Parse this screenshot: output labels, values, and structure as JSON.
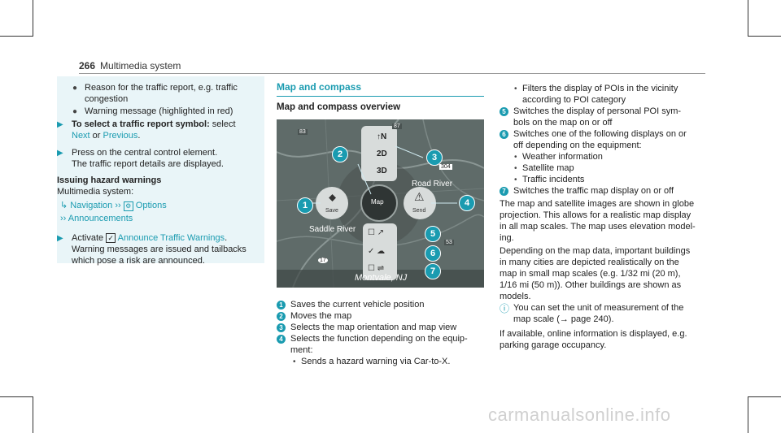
{
  "header": {
    "page_number": "266",
    "section": "Multimedia system"
  },
  "col1": {
    "bullet1_line1": "Reason for the traffic report, e.g. traffic",
    "bullet1_line2": "congestion",
    "bullet2": "Warning message (highlighted in red)",
    "step1_bold": "To select a traffic report symbol:",
    "step1_rest": " select",
    "step1_next": "Next",
    "step1_or": " or ",
    "step1_prev": "Previous",
    "step1_dot": ".",
    "step2_line1": "Press on the central control element.",
    "step2_line2": "The traffic report details are displayed.",
    "heading": "Issuing hazard warnings",
    "path_intro": "Multimedia system:",
    "path_nav": "Navigation",
    "path_options": "Options",
    "path_ann": "Announcements",
    "activate": "Activate",
    "activate_opt": "Announce Traffic Warnings",
    "activate_dot": ".",
    "warn_line1": "Warning messages are issued and tailbacks",
    "warn_line2": "which pose a risk are announced."
  },
  "col2": {
    "section_title": "Map and compass",
    "subheading": "Map and compass overview",
    "map": {
      "orientation_n": "↑N",
      "view_2d": "2D",
      "view_3d": "3D",
      "road_label": "Road River",
      "center": "Map",
      "save": "Save",
      "send": "Send",
      "saddle": "Saddle River",
      "city": "Montvale, NJ",
      "route_83": "83",
      "route_87": "87",
      "route_304": "304",
      "route_17": "17",
      "route_53": "53"
    },
    "legend": [
      {
        "n": "1",
        "text": "Saves the current vehicle position"
      },
      {
        "n": "2",
        "text": "Moves the map"
      },
      {
        "n": "3",
        "text": "Selects the map orientation and map view"
      },
      {
        "n": "4",
        "text": "Selects the function depending on the equip-"
      }
    ],
    "legend4_cont": "ment:",
    "legend4_bullet": "Sends a hazard warning via Car-to-X."
  },
  "col3": {
    "filter_l1": "Filters the display of POIs in the vicinity",
    "filter_l2": "according to POI category",
    "i5_l1": "Switches the display of personal POI sym-",
    "i5_l2": "bols on the map on or off",
    "i6_l1": "Switches one of the following displays on or",
    "i6_l2": "off depending on the equipment:",
    "b_weather": "Weather information",
    "b_sat": "Satellite map",
    "b_traffic": "Traffic incidents",
    "i7": "Switches the traffic map display on or off",
    "p1_l1": "The map and satellite images are shown in globe",
    "p1_l2": "projection. This allows for a realistic map display",
    "p1_l3": "in all map scales. The map uses elevation model-",
    "p1_l4": "ing.",
    "p2_l1": "Depending on the map data, important buildings",
    "p2_l2": "in many cities are depicted realistically on the",
    "p2_l3": "map in small map scales (e.g. 1/32 mi (20 m),",
    "p2_l4": "1/16 mi (50 m)). Other buildings are shown as",
    "p2_l5": "models.",
    "note_l1": "You can set the unit of measurement of the",
    "note_l2": "map scale (→ page 240).",
    "p3_l1": "If available, online information is displayed, e.g.",
    "p3_l2": "parking garage occupancy."
  },
  "footer": {
    "watermark": "carmanualsonline.info"
  }
}
